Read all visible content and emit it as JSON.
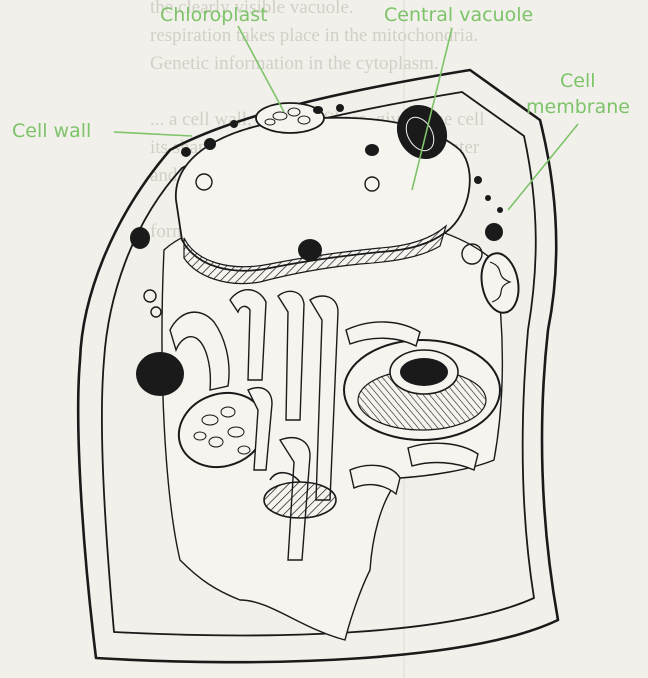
{
  "labels": {
    "chloroplast": "Chloroplast",
    "central_vacuole": "Central vacuole",
    "cell_membrane_line1": "Cell",
    "cell_membrane_line2": "membrane",
    "cell_wall": "Cell wall"
  },
  "background_text": [
    "the clearly visible vacuole.",
    "respiration takes place in the mitochondria.",
    "Genetic information in the cytoplasm.",
    "... a cell wall, made of fibres, giving the cell",
    "its shape and strength, and has stored water",
    "and chemicals ...",
    "form ..."
  ],
  "colors": {
    "label": "#7dc36a",
    "outline": "#1a1a1a",
    "page": "#f2f0ea",
    "faint_text": "#d2cfc6"
  }
}
